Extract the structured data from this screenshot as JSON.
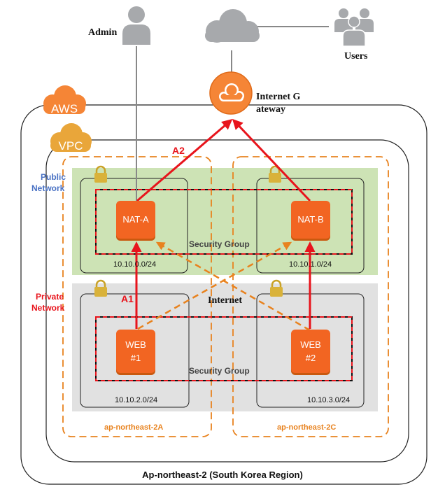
{
  "labels": {
    "admin": "Admin",
    "users": "Users",
    "igw_line1": "Internet G",
    "igw_line2": "ateway",
    "aws": "AWS",
    "vpc": "VPC",
    "public_line1": "Public",
    "public_line2": "Network",
    "private_line1": "Private",
    "private_line2": "Network",
    "a1": "A1",
    "a2": "A2",
    "internet": "Internet",
    "sg_public": "Security Group",
    "sg_private": "Security Group",
    "region": "Ap-northeast-2 (South Korea Region)",
    "az_a": "ap-northeast-2A",
    "az_c": "ap-northeast-2C"
  },
  "nodes": {
    "nat_a": "NAT-A",
    "nat_b": "NAT-B",
    "web1_line1": "WEB",
    "web1_line2": "#1",
    "web2_line1": "WEB",
    "web2_line2": "#2"
  },
  "subnets": {
    "public_a": "10.10.0.0/24",
    "public_c": "10.10.1.0/24",
    "private_a": "10.10.2.0/24",
    "private_c": "10.10.3.0/24"
  },
  "colors": {
    "orange": "#f58536",
    "route_red": "#e8141c",
    "dashed_orange": "#e8821e",
    "public_green": "#cde3b5",
    "private_grey": "#e1e1e1",
    "public_text": "#4a72c4",
    "private_text": "#e8141c"
  },
  "icons": [
    "admin-person-icon",
    "cloud-icon",
    "users-group-icon",
    "internet-gateway-icon",
    "aws-cloud-icon",
    "vpc-cloud-icon",
    "lock-icon"
  ]
}
